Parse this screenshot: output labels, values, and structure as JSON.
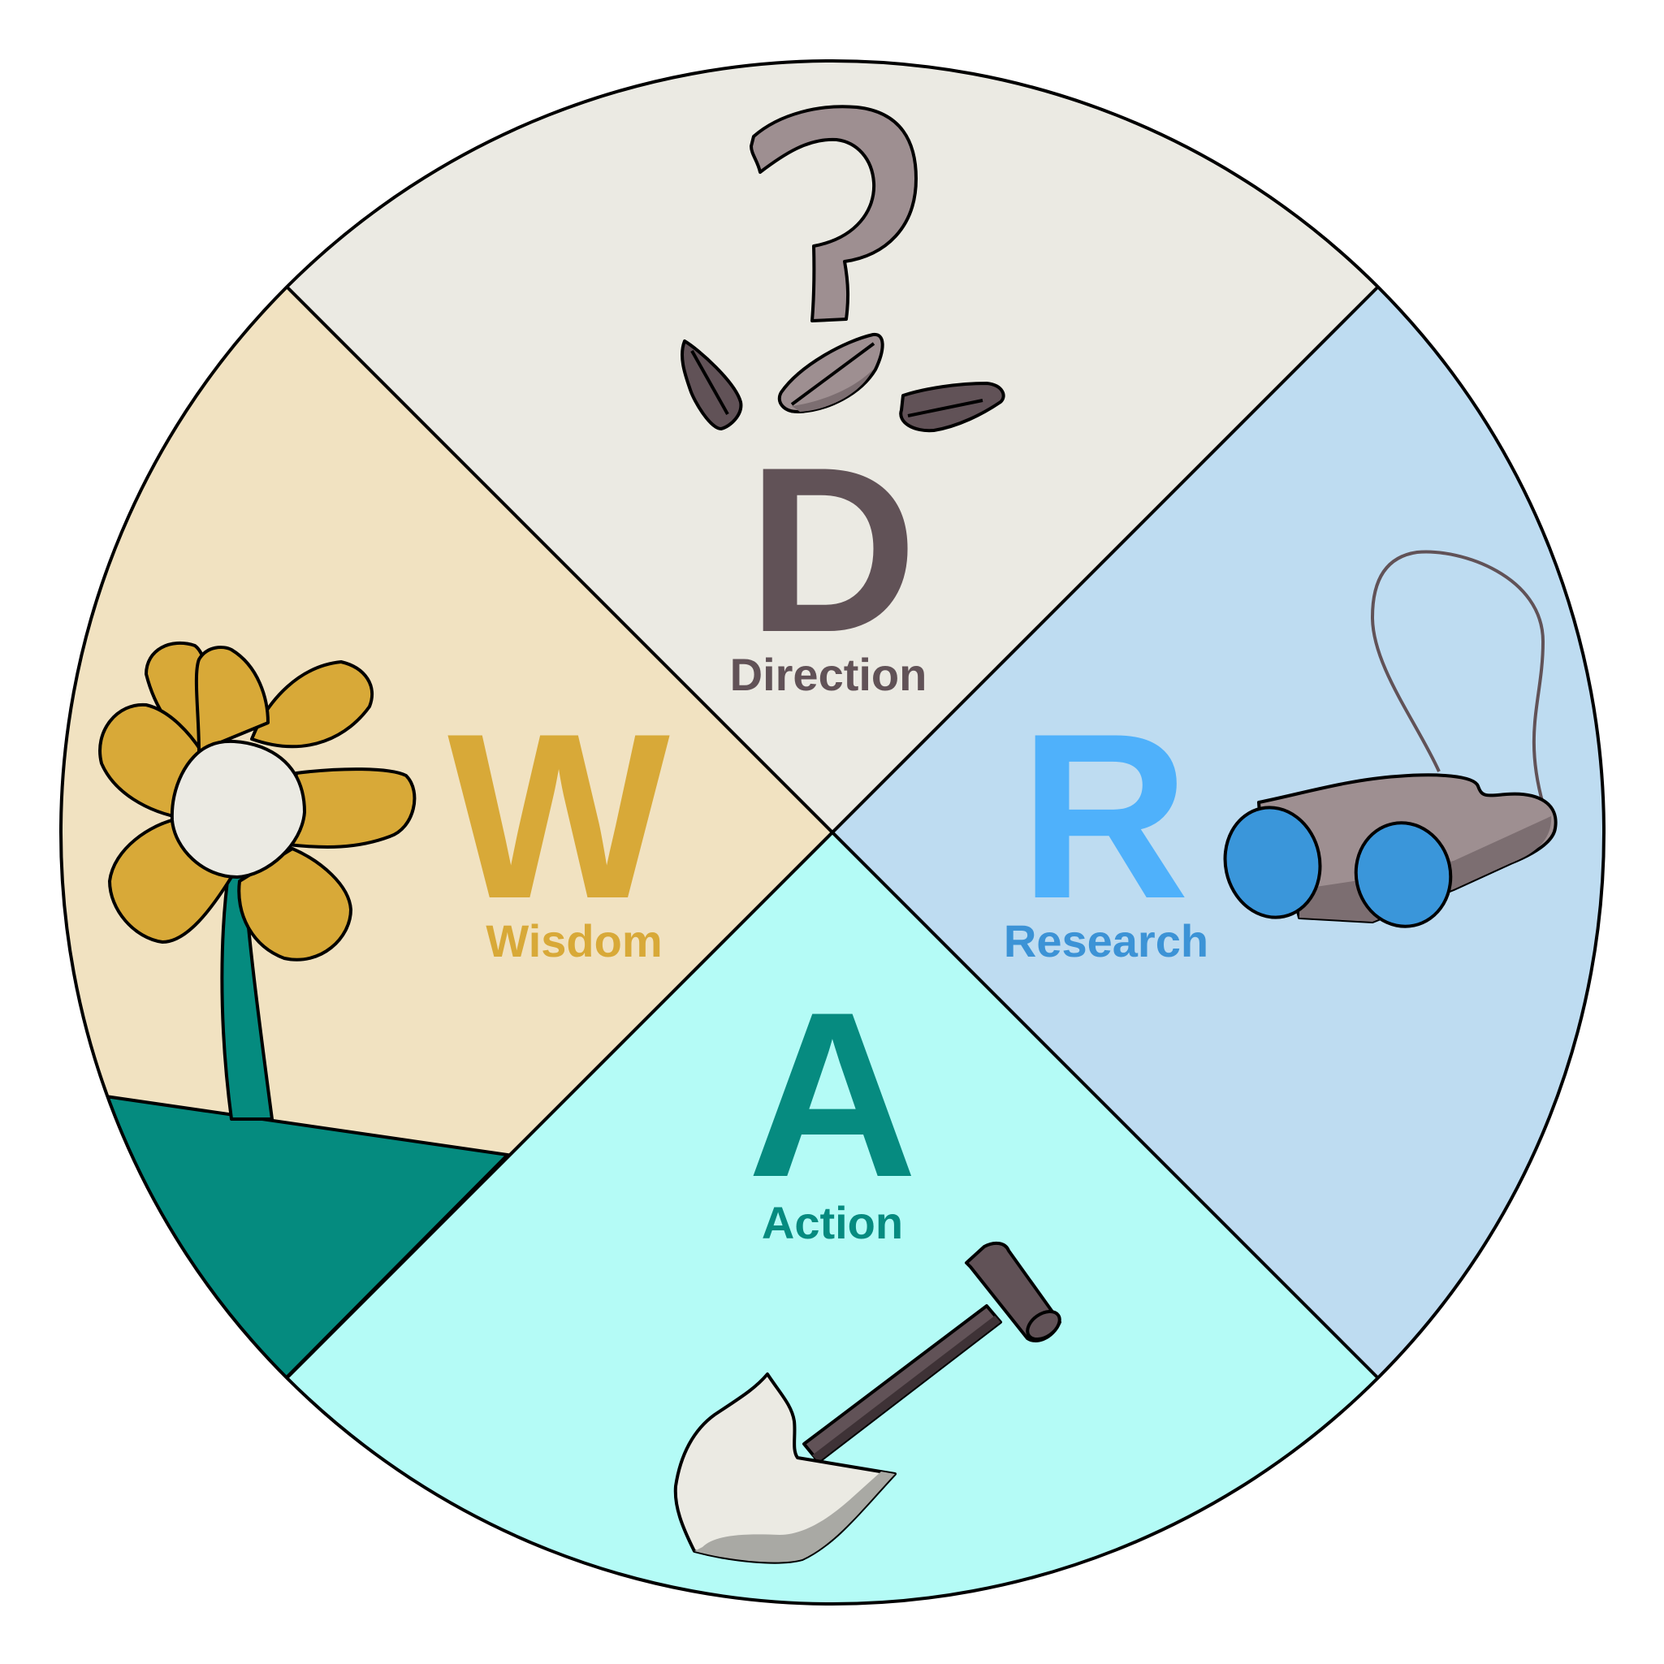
{
  "colors": {
    "direction_bg": "#EBEAE3",
    "research_bg": "#BEDCF1",
    "action_bg": "#B4FBF6",
    "wisdom_bg": "#F1E2C1",
    "direction_text": "#615257",
    "research_letter": "#4FB1FB",
    "research_text": "#3C93D6",
    "action_text": "#068B80",
    "wisdom_text": "#D8A938",
    "ground": "#058B7F"
  },
  "quadrants": {
    "direction": {
      "letter": "D",
      "label": "Direction",
      "icon": "question-mark-icon"
    },
    "research": {
      "letter": "R",
      "label": "Research",
      "icon": "binoculars-icon"
    },
    "action": {
      "letter": "A",
      "label": "Action",
      "icon": "shovel-icon"
    },
    "wisdom": {
      "letter": "W",
      "label": "Wisdom",
      "icon": "flower-icon"
    }
  }
}
